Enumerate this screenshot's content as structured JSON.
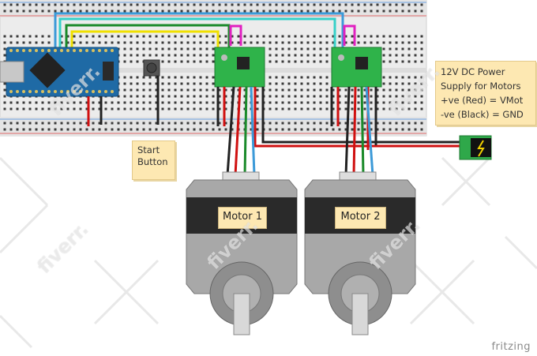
{
  "notes": {
    "start_button": [
      "Start",
      "Button"
    ],
    "power": [
      "12V DC Power",
      "Supply for Motors",
      "+ve (Red) = VMot",
      "-ve (Black) = GND"
    ]
  },
  "motors": [
    {
      "label": "Motor 1"
    },
    {
      "label": "Motor 2"
    }
  ],
  "footer": {
    "brand": "fritzing"
  },
  "watermark": {
    "text": "fiverr."
  },
  "colors": {
    "breadboard": "#eeeeee",
    "arduino": "#1f6aa5",
    "driver": "#2fb34a",
    "wire_red": "#d01010",
    "wire_black": "#222222",
    "wire_green": "#1a8a2a",
    "wire_blue": "#3c9ad8",
    "wire_cyan": "#37d0c8",
    "wire_yellow": "#f0e000",
    "wire_magenta": "#e020c0",
    "note_bg": "#fde8b2",
    "motor_body": "#9c9c9c"
  }
}
